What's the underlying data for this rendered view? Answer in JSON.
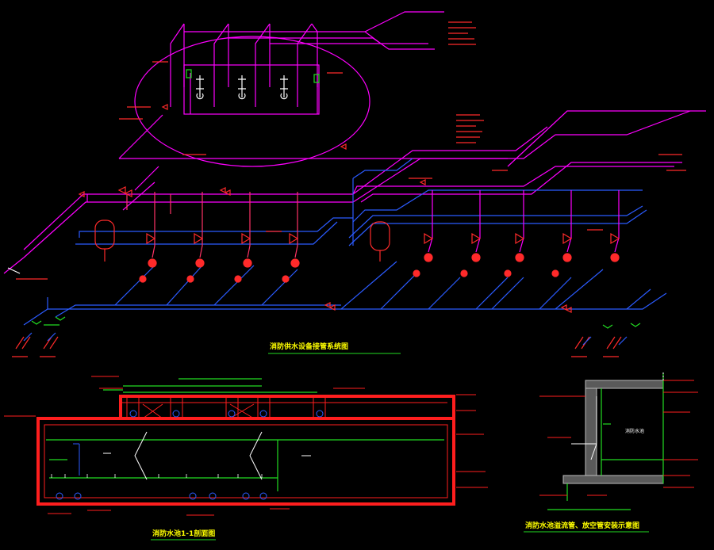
{
  "drawing": {
    "background": "#000000",
    "colors": {
      "magenta": "#ff00ff",
      "blue": "#2b5bff",
      "red": "#ff2a2a",
      "green": "#22dd22",
      "yellow": "#ffff00",
      "white": "#ffffff",
      "wall": "#ff1e1e"
    }
  },
  "titles": {
    "system": "消防供水设备接管系统图",
    "section": "消防水池1-1剖面图",
    "detail": "消防水池溢流管、放空管安装示意图"
  },
  "detail_labels": {
    "room": "消防水池"
  },
  "symbols": {
    "pressure_tank": "pressure-tank-icon",
    "pump": "fire-pump-icon",
    "valve": "gate-valve-icon",
    "check_valve": "check-valve-icon"
  }
}
